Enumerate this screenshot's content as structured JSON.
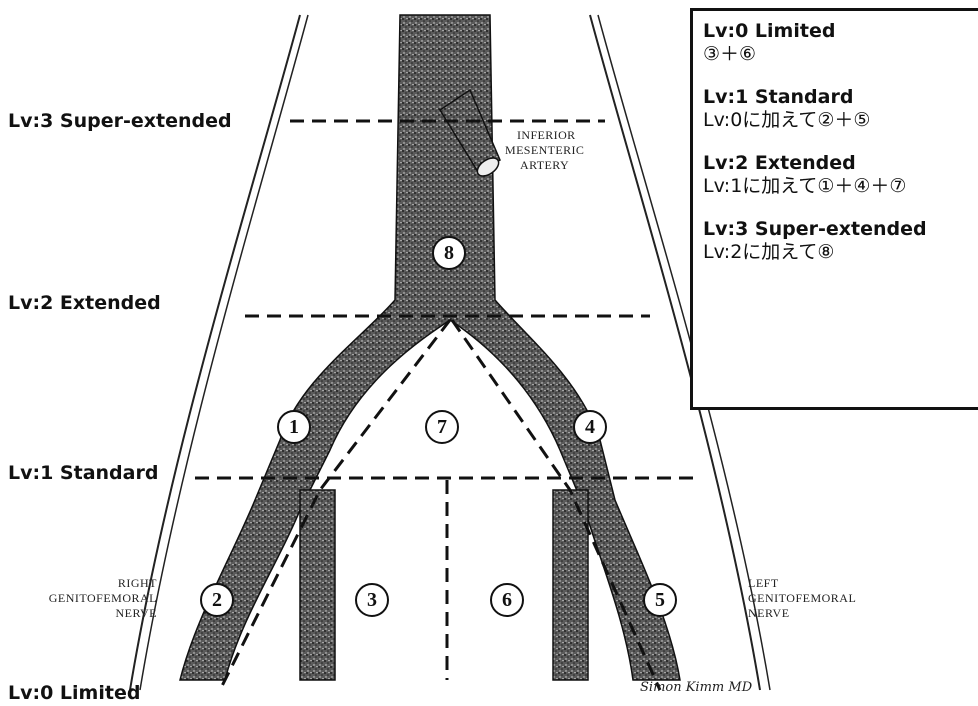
{
  "levels": {
    "lv3": "Lv:3 Super-extended",
    "lv2": "Lv:2 Extended",
    "lv1": "Lv:1 Standard",
    "lv0": "Lv:0 Limited"
  },
  "legend": [
    {
      "head": "Lv:0 Limited",
      "body": "③＋⑥"
    },
    {
      "head": "Lv:1 Standard",
      "body": "Lv:0に加えて②＋⑤"
    },
    {
      "head": "Lv:2 Extended",
      "body": "Lv:1に加えて①＋④＋⑦"
    },
    {
      "head": "Lv:3 Super-extended",
      "body": "Lv:2に加えて⑧"
    }
  ],
  "anatomy": {
    "artery_line1": "INFERIOR",
    "artery_line2": "MESENTERIC",
    "artery_line3": "ARTERY",
    "right_nerve_line1": "RIGHT",
    "right_nerve_line2": "GENITOFEMORAL",
    "right_nerve_line3": "NERVE",
    "left_nerve_line1": "LEFT",
    "left_nerve_line2": "GENITOFEMORAL",
    "left_nerve_line3": "NERVE"
  },
  "regions": [
    "1",
    "2",
    "3",
    "4",
    "5",
    "6",
    "7",
    "8"
  ],
  "signature": "Simon Kimm MD",
  "colors": {
    "line": "#111111",
    "vessel_fill": "#4a4a4a",
    "vessel_speckle": "#1a1a1a"
  }
}
